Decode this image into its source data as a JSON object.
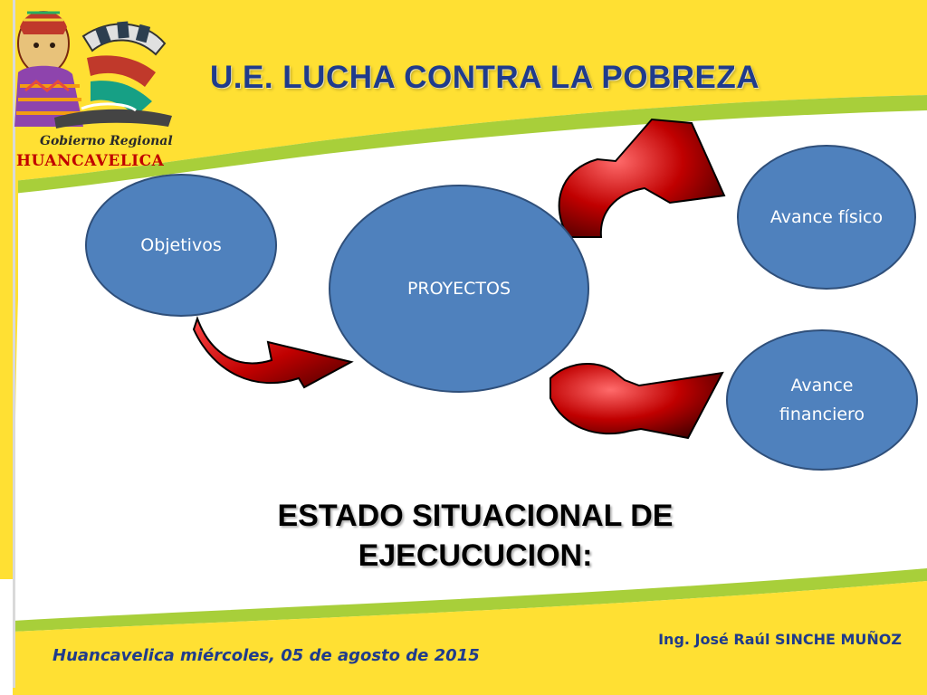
{
  "header": {
    "title": "U.E. LUCHA CONTRA LA POBREZA"
  },
  "logo": {
    "line1": "Gobierno Regional",
    "line2": "HUANCAVELICA"
  },
  "diagram": {
    "nodes": {
      "objetivos": "Objetivos",
      "proyectos": "PROYECTOS",
      "avance_fisico": "Avance físico",
      "avance_financiero": "Avance financiero"
    }
  },
  "main": {
    "status_text": "ESTADO SITUACIONAL DE EJECUCUCION:"
  },
  "footer": {
    "engineer": "Ing. José Raúl SINCHE MUÑOZ",
    "date": "Huancavelica miércoles, 05 de agosto de 2015"
  },
  "colors": {
    "yellow": "#ffe033",
    "green": "#a8cf3a",
    "node_fill": "#4f81bd",
    "arrow_red": "#c00000",
    "title_blue": "#1f3b8c"
  }
}
